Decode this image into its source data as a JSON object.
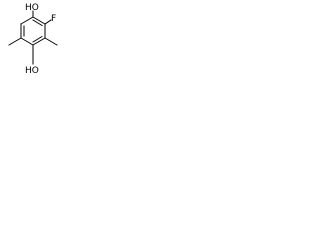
{
  "molecule": {
    "labels": {
      "hydroxyl_top": "HO",
      "fluorine": "F",
      "hydroxyl_bottom": "HO"
    },
    "colors": {
      "bond": "#000000",
      "label": "#000000",
      "background": "#ffffff"
    }
  }
}
